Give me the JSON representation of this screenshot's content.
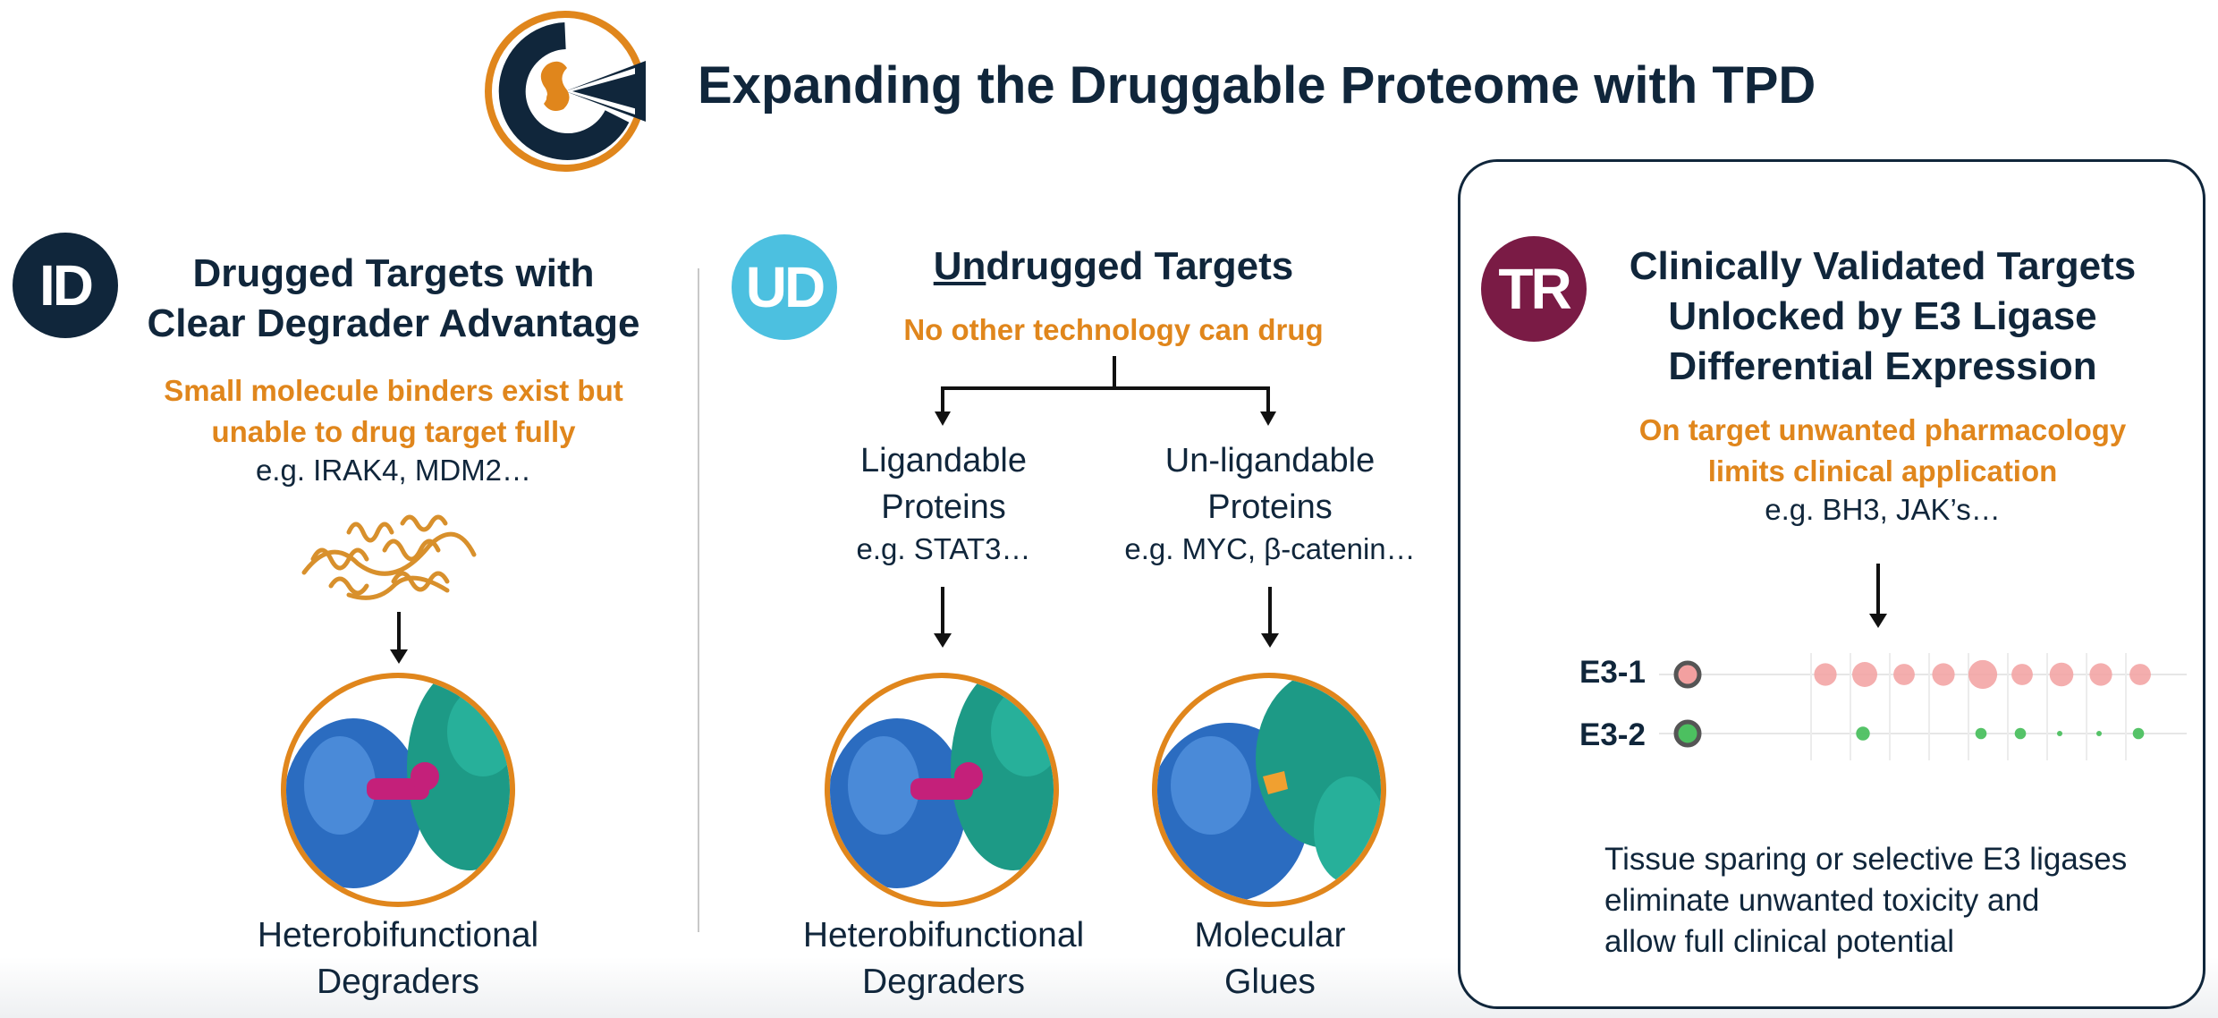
{
  "title": "Expanding the Druggable Proteome with TPD",
  "logo": {
    "icon": "tpd-logo-icon",
    "colors": {
      "ring": "#e0861c",
      "dark": "#10263b",
      "molecule": "#e0861c"
    }
  },
  "colors": {
    "navy": "#10263b",
    "orange": "#e0861c",
    "cyan": "#4cc0e0",
    "maroon": "#7a1b45",
    "pink": "#f2a0a0",
    "green": "#4cc060"
  },
  "columns": {
    "drugged": {
      "badge": "ID",
      "heading_line1": "Drugged Targets with",
      "heading_line2": "Clear Degrader Advantage",
      "note_line1": "Small molecule binders exist but",
      "note_line2": "unable to drug target fully",
      "example": "e.g. IRAK4, MDM2…",
      "result_line1": "Heterobifunctional",
      "result_line2": "Degraders"
    },
    "undrugged": {
      "badge": "UD",
      "heading_underlined": "Un",
      "heading_rest": "drugged Targets",
      "note": "No other technology can drug",
      "left_branch": {
        "line1": "Ligandable",
        "line2": "Proteins",
        "example": "e.g. STAT3…",
        "result_line1": "Heterobifunctional",
        "result_line2": "Degraders"
      },
      "right_branch": {
        "line1": "Un-ligandable",
        "line2": "Proteins",
        "example": "e.g. MYC, β-catenin…",
        "result_line1": "Molecular",
        "result_line2": "Glues"
      }
    },
    "tissue": {
      "badge": "TR",
      "heading_line1": "Clinically Validated Targets",
      "heading_line2": "Unlocked by E3 Ligase",
      "heading_line3": "Differential Expression",
      "note_line1": "On target unwanted pharmacology",
      "note_line2": "limits clinical application",
      "example": "e.g. BH3, JAK’s…",
      "e3_rows": [
        {
          "label": "E3-1",
          "dots": [
            0.9,
            1.0,
            0.85,
            0.9,
            1.15,
            0.85,
            0.95,
            0.9,
            0.85
          ]
        },
        {
          "label": "E3-2",
          "dots": [
            0.55,
            0,
            0,
            0.45,
            0.45,
            0.15,
            0.15,
            0.45
          ]
        }
      ],
      "summary_line1": "Tissue sparing or selective E3 ligases",
      "summary_line2": "eliminate unwanted toxicity and",
      "summary_line3": "allow full clinical potential"
    }
  }
}
